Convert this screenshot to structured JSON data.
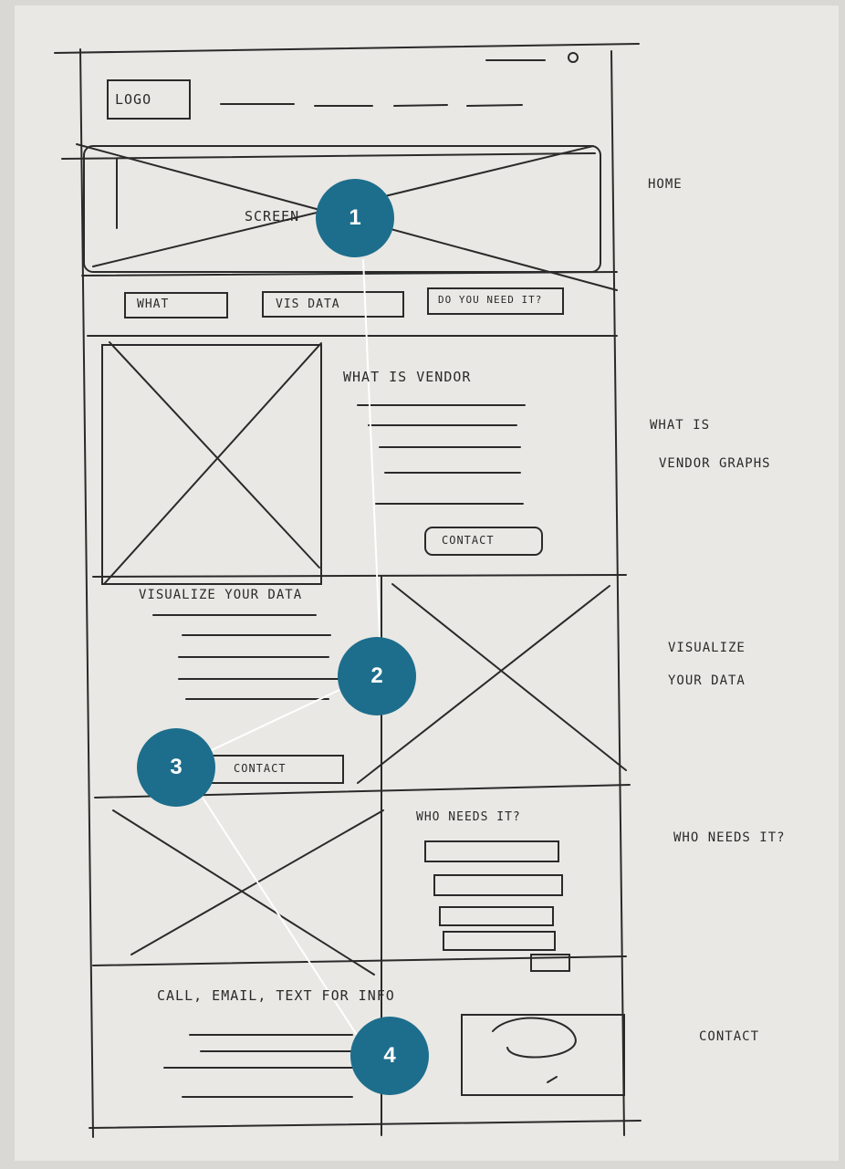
{
  "wireframe": {
    "header": {
      "logo": "LOGO"
    },
    "hero": {
      "label": "SCREEN"
    },
    "nav": {
      "items": [
        {
          "label": "WHAT"
        },
        {
          "label": "VIS DATA"
        },
        {
          "label": "DO YOU NEED IT?"
        }
      ]
    },
    "what": {
      "heading": "WHAT IS VENDOR",
      "button": "CONTACT"
    },
    "visualize": {
      "heading": "VISUALIZE YOUR DATA",
      "button": "CONTACT"
    },
    "who": {
      "heading": "WHO NEEDS IT?"
    },
    "contact": {
      "heading": "CALL, EMAIL, TEXT FOR INFO"
    }
  },
  "side_notes": {
    "home": "HOME",
    "what_line1": "WHAT IS",
    "what_line2": "VENDOR GRAPHS",
    "vis_line1": "VISUALIZE",
    "vis_line2": "YOUR DATA",
    "who": "WHO NEEDS IT?",
    "contact": "CONTACT"
  },
  "markers": [
    {
      "label": "1"
    },
    {
      "label": "2"
    },
    {
      "label": "3"
    },
    {
      "label": "4"
    }
  ],
  "colors": {
    "marker": "#1d6e8c",
    "ink": "#2a2a2a",
    "paper": "#e9e8e4"
  }
}
